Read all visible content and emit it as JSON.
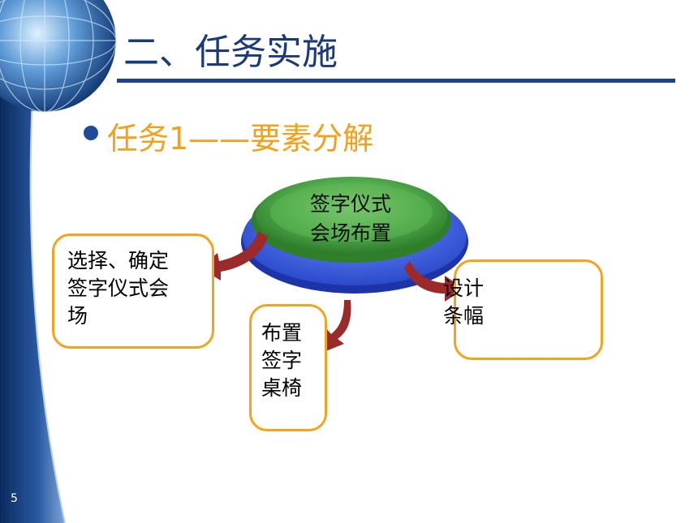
{
  "slide": {
    "title": "二、任务实施",
    "bullet": "任务1——要素分解",
    "page_number": "5"
  },
  "diagram": {
    "center": {
      "line1": "签字仪式",
      "line2": "会场布置"
    },
    "left_box": {
      "line1": "选择、确定",
      "line2": "签字仪式会",
      "line3": "场"
    },
    "middle_box": {
      "line1": "布置",
      "line2": "签字",
      "line3": "桌椅"
    },
    "right_box": {
      "line1": "设计",
      "line2": "条幅"
    }
  },
  "colors": {
    "title": "#1a3a7a",
    "bullet_text": "#f3a01b",
    "box_border": "#f5a31d",
    "arrow": "#9b2a2a",
    "ellipse_green": "#4fa84a",
    "ellipse_blue": "#2f55d8"
  }
}
